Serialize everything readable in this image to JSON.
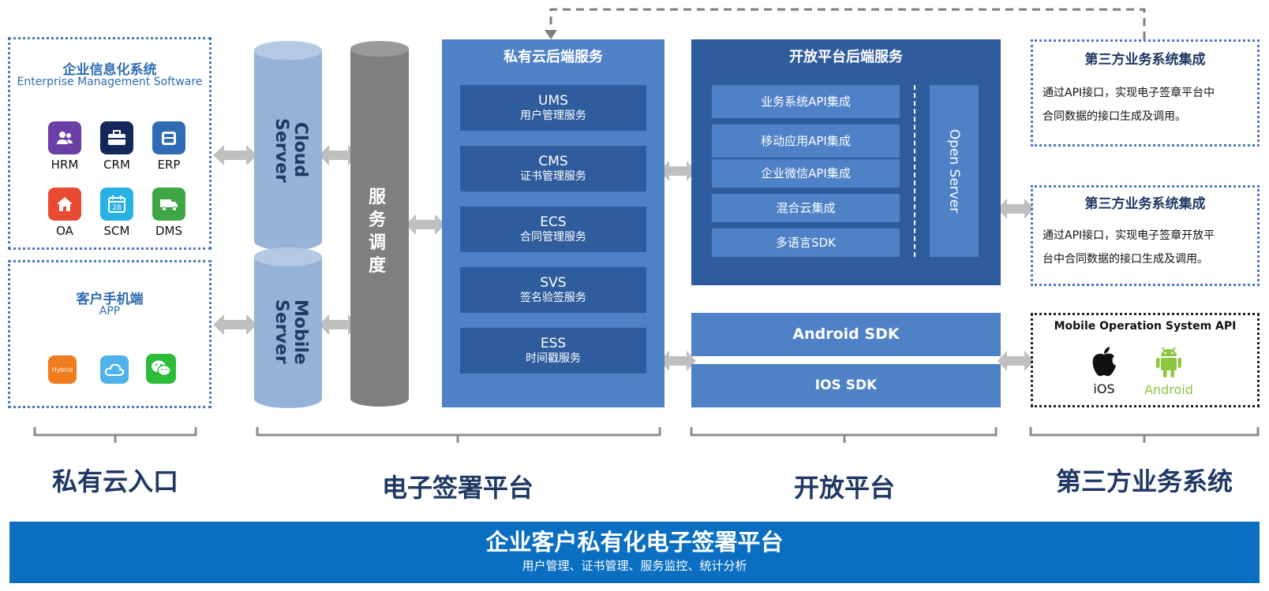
{
  "left": {
    "enterprise": {
      "title": "企业信息化系统",
      "subtitle": "Enterprise Management Software",
      "apps": [
        {
          "label": "HRM",
          "icon": "users-icon",
          "color": "#6c3fa6"
        },
        {
          "label": "CRM",
          "icon": "briefcase-icon",
          "color": "#14265a"
        },
        {
          "label": "ERP",
          "icon": "inbox-icon",
          "color": "#2f6cb3"
        },
        {
          "label": "OA",
          "icon": "home-icon",
          "color": "#e84a32"
        },
        {
          "label": "SCM",
          "icon": "calendar-icon",
          "color": "#29b1e6",
          "calendar_day": "28"
        },
        {
          "label": "DMS",
          "icon": "truck-icon",
          "color": "#3fa646"
        }
      ]
    },
    "mobile": {
      "title": "客户手机端",
      "subtitle": "APP",
      "apps": [
        {
          "label": "Hybrid",
          "icon": "hybrid-icon",
          "color": "#f07c1e"
        },
        {
          "label": "",
          "icon": "cloud-icon",
          "color": "#4fb3ea"
        },
        {
          "label": "",
          "icon": "wechat-icon",
          "color": "#2dbb3a"
        }
      ]
    }
  },
  "servers": {
    "cloud": "Cloud Server",
    "mobile": "Mobile Server",
    "dispatch": "服务调度"
  },
  "private_cloud": {
    "title": "私有云后端服务",
    "services": [
      {
        "name": "UMS",
        "desc": "用户管理服务"
      },
      {
        "name": "CMS",
        "desc": "证书管理服务"
      },
      {
        "name": "ECS",
        "desc": "合同管理服务"
      },
      {
        "name": "SVS",
        "desc": "签名验签服务"
      },
      {
        "name": "ESS",
        "desc": "时间戳服务"
      }
    ]
  },
  "open_platform": {
    "title": "开放平台后端服务",
    "apis": [
      "业务系统API集成",
      "移动应用API集成",
      "企业微信API集成",
      "混合云集成",
      "多语言SDK"
    ],
    "open_server": "Open Server",
    "sdks": [
      "Android SDK",
      "IOS SDK"
    ]
  },
  "third_party": {
    "boxes": [
      {
        "title": "第三方业务系统集成",
        "line1": "通过API接口，实现电子签章平台中",
        "line2": "合同数据的接口生成及调用。"
      },
      {
        "title": "第三方业务系统集成",
        "line1": "通过API接口，实现电子签章开放平",
        "line2": "台中合同数据的接口生成及调用。"
      }
    ],
    "mobile_os": {
      "title": "Mobile Operation System API",
      "ios": "iOS",
      "android": "Android",
      "android_color": "#8dc63f"
    }
  },
  "sections": [
    "私有云入口",
    "电子签署平台",
    "开放平台",
    "第三方业务系统"
  ],
  "footer": {
    "title": "企业客户私有化电子签署平台",
    "subtitle": "用户管理、证书管理、服务监控、统计分析",
    "color": "#0b6fc1"
  },
  "colors": {
    "dark_block": "#2f5c9d",
    "mid_block": "#4f81c7",
    "cylinder": "#95b3d7",
    "dispatch": "#7f7f7f",
    "arrow": "#bfbfbf"
  }
}
